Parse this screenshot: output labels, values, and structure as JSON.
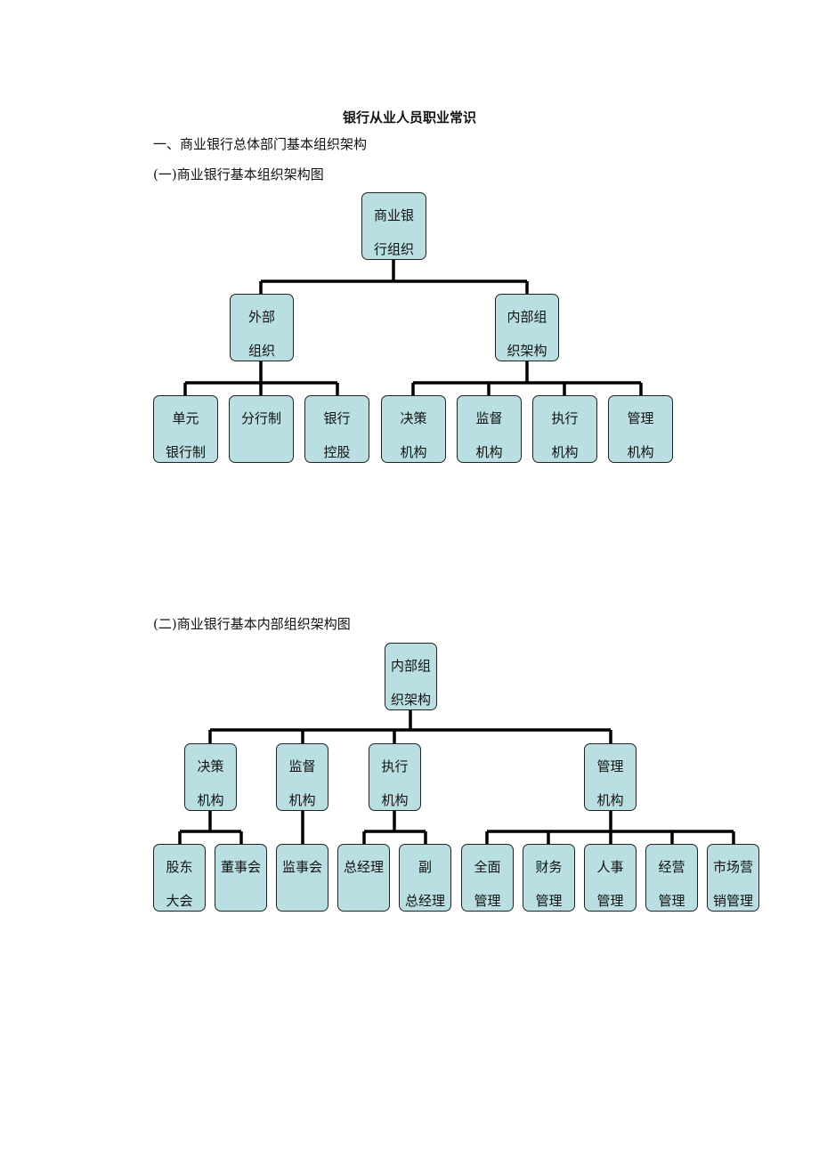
{
  "title": "银行从业人员职业常识",
  "section1": "一、商业银行总体部门基本组织架构",
  "chart1": {
    "caption": "(一)商业银行基本组织架构图",
    "root": [
      "商业银",
      "行组织"
    ],
    "external": [
      "外部",
      "组织"
    ],
    "internal": [
      "内部组",
      "织架构"
    ],
    "external_children": [
      [
        "单元",
        "银行制"
      ],
      [
        "分行制",
        ""
      ],
      [
        "银行",
        "控股"
      ]
    ],
    "internal_children": [
      [
        "决策",
        "机构"
      ],
      [
        "监督",
        "机构"
      ],
      [
        "执行",
        "机构"
      ],
      [
        "管理",
        "机构"
      ]
    ]
  },
  "chart2": {
    "caption": "(二)商业银行基本内部组织架构图",
    "root": [
      "内部组",
      "织架构"
    ],
    "level2": [
      [
        "决策",
        "机构"
      ],
      [
        "监督",
        "机构"
      ],
      [
        "执行",
        "机构"
      ],
      [
        "管理",
        "机构"
      ]
    ],
    "decision_children": [
      [
        "股东",
        "大会"
      ],
      [
        "董事会",
        ""
      ]
    ],
    "supervision_children": [
      [
        "监事会",
        ""
      ]
    ],
    "execution_children": [
      [
        "总经理",
        ""
      ],
      [
        "副",
        "总经理"
      ]
    ],
    "management_children": [
      [
        "全面",
        "管理"
      ],
      [
        "财务",
        "管理"
      ],
      [
        "人事",
        "管理"
      ],
      [
        "经营",
        "管理"
      ],
      [
        "市场营",
        "销管理"
      ]
    ]
  }
}
